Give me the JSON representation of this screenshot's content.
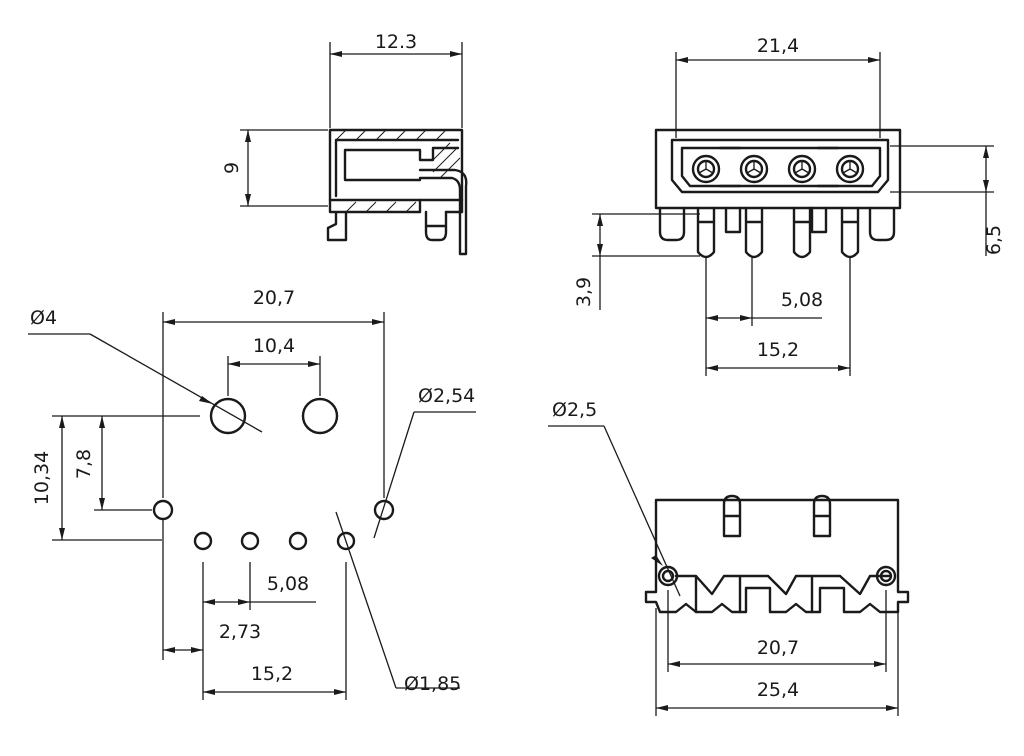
{
  "side_view": {
    "width": "12.3",
    "height": "9"
  },
  "front_view": {
    "width": "21,4",
    "height": "6,5",
    "pin_length": "3,9",
    "pitch": "5,08",
    "pin_span": "15,2"
  },
  "footprint": {
    "width": "20,7",
    "peg_hole_diameter": "Ø4",
    "peg_spacing": "10,4",
    "side_hole_diameter": "Ø2,54",
    "overall_offset": "10,34",
    "peg_offset": "7,8",
    "pitch": "5,08",
    "first_pin_offset": "2,73",
    "pin_span": "15,2",
    "pin_hole_diameter": "Ø1,85"
  },
  "bottom_view": {
    "mount_hole_diameter": "Ø2,5",
    "hole_spacing": "20,7",
    "overall_width": "25,4"
  }
}
